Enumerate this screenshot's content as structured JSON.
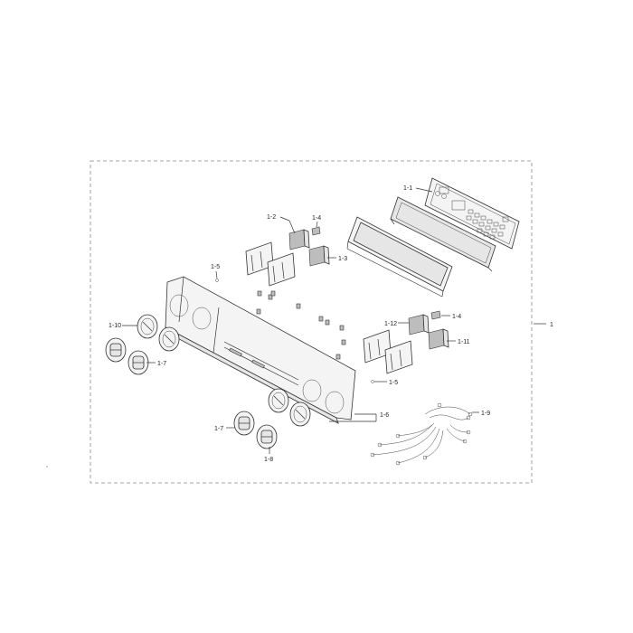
{
  "labels": {
    "l1": "1",
    "l1_1": "1-1",
    "l1_2": "1-2",
    "l1_3": "1-3",
    "l1_4a": "1-4",
    "l1_4b": "1-4",
    "l1_5a": "1-5",
    "l1_5b": "1-5",
    "l1_6": "1-6",
    "l1_7a": "1-7",
    "l1_7b": "1-7",
    "l1_8": "1-8",
    "l1_9": "1-9",
    "l1_10": "1-10",
    "l1_11": "1-11",
    "l1_12": "1-12"
  }
}
